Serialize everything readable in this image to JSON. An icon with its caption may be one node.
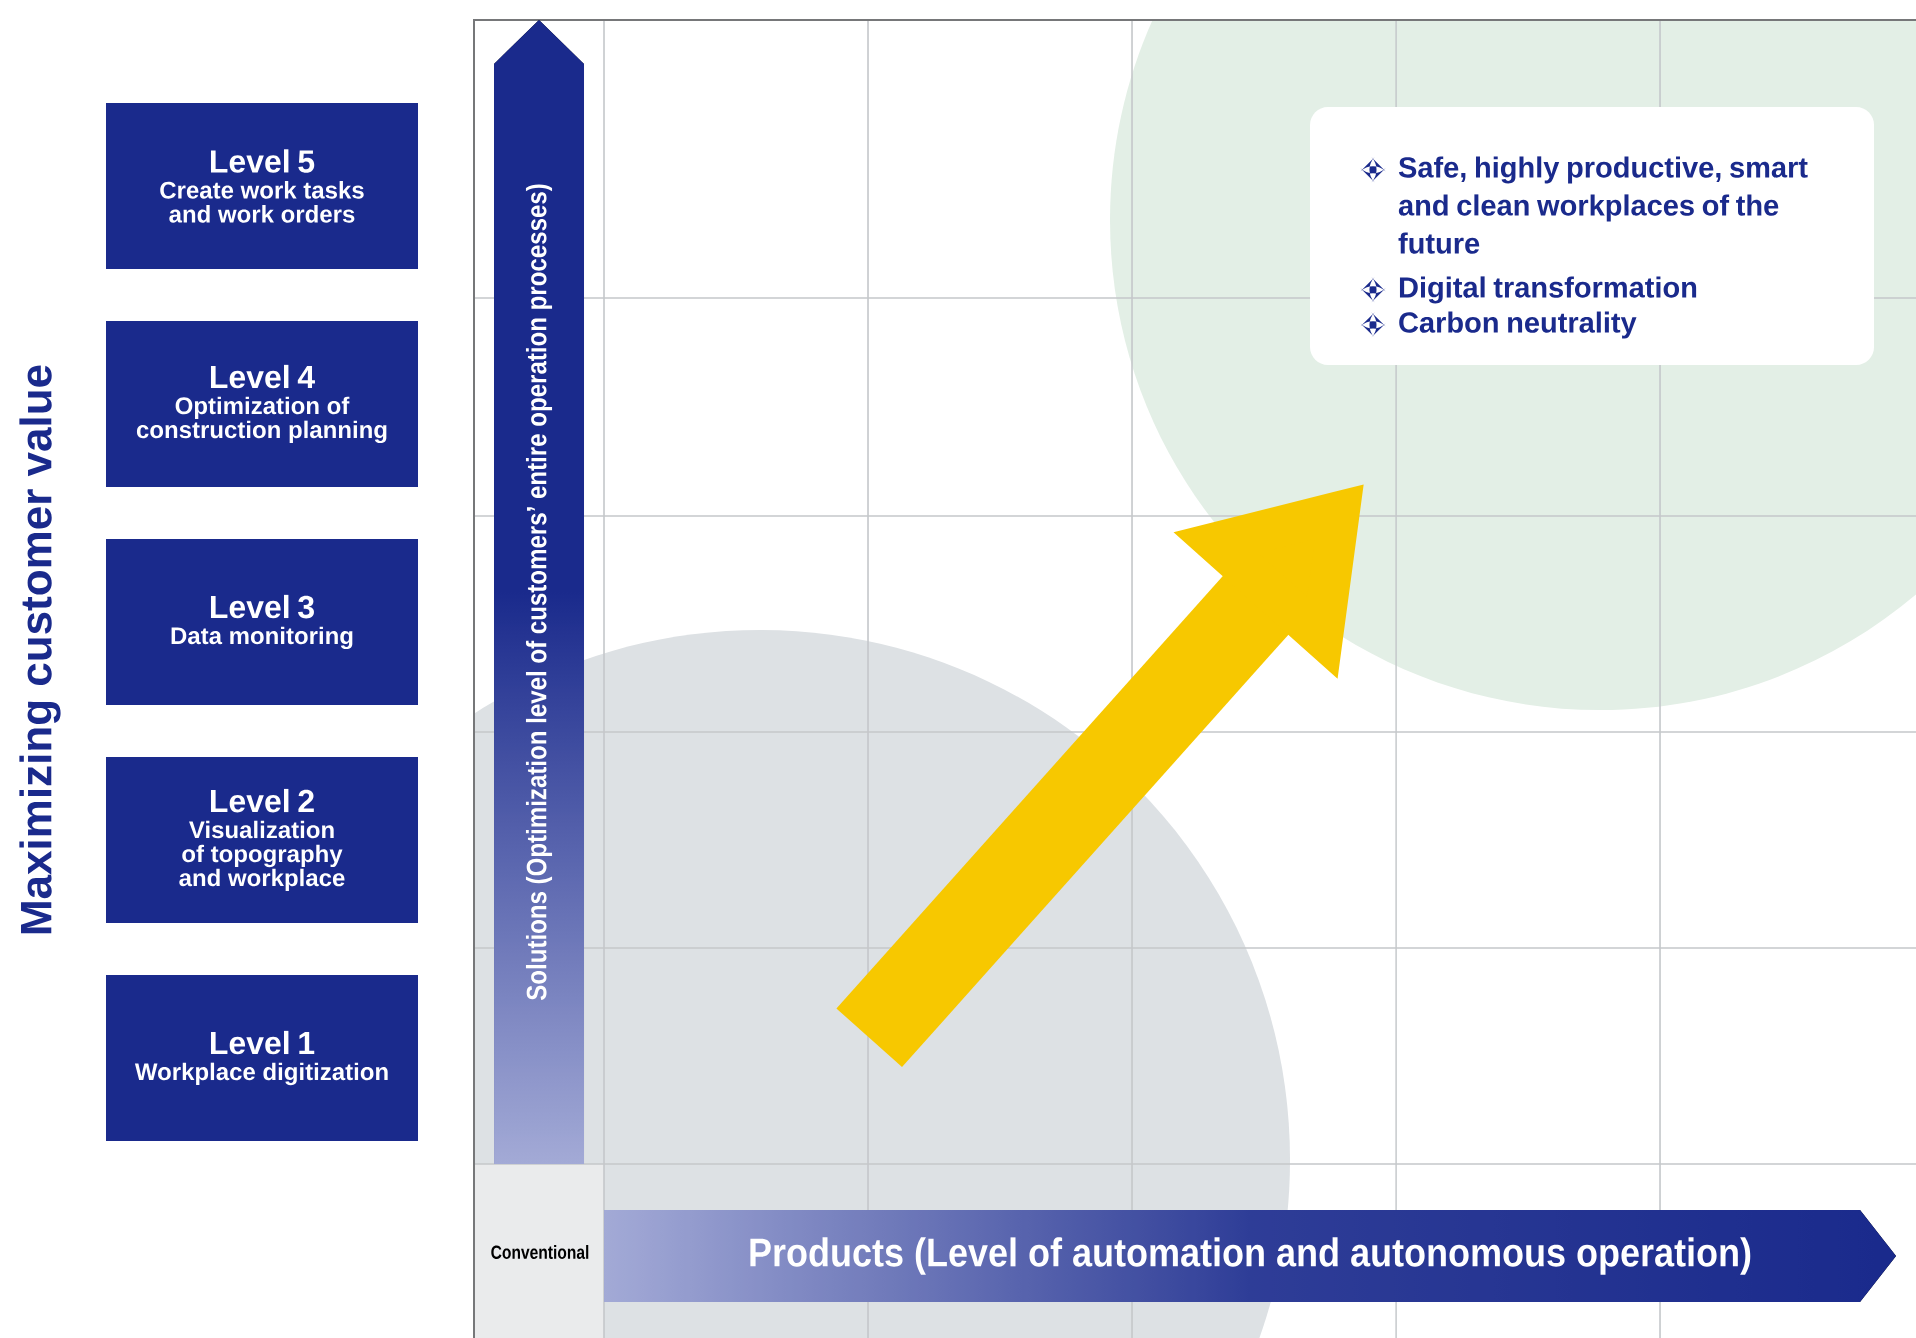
{
  "diagram": {
    "nodes": [
      {
        "text": [
          "Level 5",
          "Create work tasks and work orders"
        ]
      },
      {
        "text": [
          "Level 4",
          "Optimization of construction planning"
        ]
      },
      {
        "text": [
          "Level 3",
          "Data monitoring"
        ]
      },
      {
        "text": [
          "Level 2",
          "Visualization of topography and workplace"
        ]
      },
      {
        "text": [
          "Level 1",
          "Workplace digitization"
        ]
      },
      {
        "text": [
          "Solutions (Optimization level of customers’ entire operation processes)"
        ]
      },
      {
        "text": [
          "Products (Level of automation and autonomous operation)"
        ]
      },
      {
        "text": [],
        "shape": "circle"
      },
      {
        "text": [],
        "shape": "circle"
      },
      {
        "text": [
          "Safe, highly productive, smart and clean workplaces of the future",
          "Digital transformation",
          "Carbon neutrality"
        ],
        "in": 8
      }
    ],
    "edges": [
      {
        "from": 7,
        "to": 8,
        "arrow": "to"
      }
    ],
    "labels": [
      "Maximizing customer value",
      "Conventional"
    ]
  }
}
